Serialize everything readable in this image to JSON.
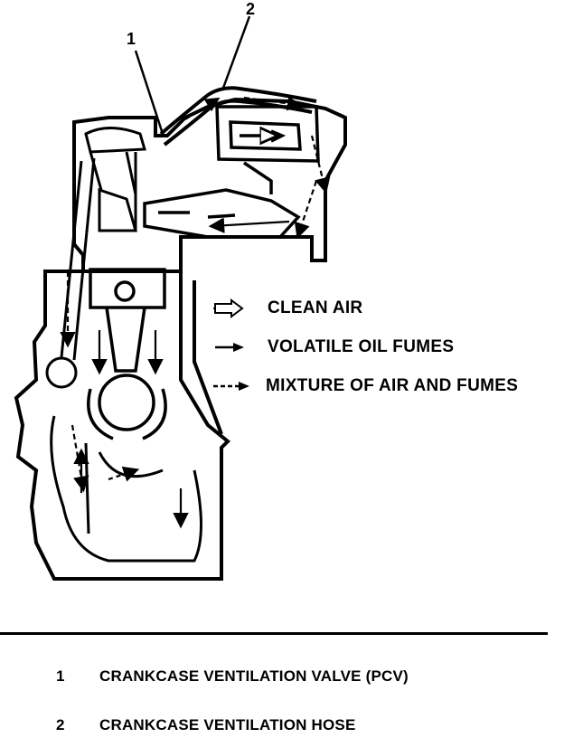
{
  "callouts": [
    {
      "number": "1"
    },
    {
      "number": "2"
    }
  ],
  "legend": {
    "clean_air": "CLEAN AIR",
    "volatile_fumes": "VOLATILE OIL FUMES",
    "mixture": "MIXTURE OF AIR AND FUMES"
  },
  "parts": [
    {
      "number": "1",
      "name": "CRANKCASE VENTILATION VALVE (PCV)"
    },
    {
      "number": "2",
      "name": "CRANKCASE VENTILATION HOSE"
    }
  ]
}
